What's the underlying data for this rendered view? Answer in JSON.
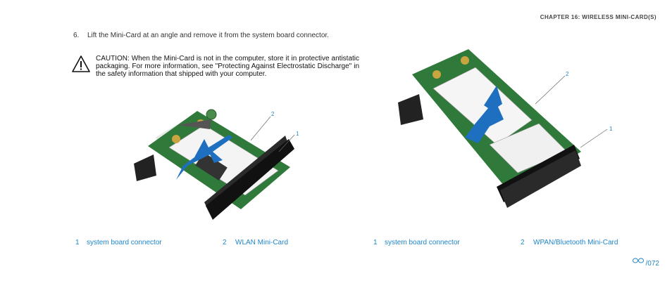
{
  "header": {
    "chapter": "CHAPTER 16: WIRELESS MINI-CARD(S)"
  },
  "step": {
    "number": "6.",
    "text": "Lift the Mini-Card at an angle and remove it from the system board connector."
  },
  "caution": {
    "icon": "warning-triangle-icon",
    "text": "CAUTION: When the Mini-Card is not in the computer, store it in protective antistatic packaging. For more information, see \"Protecting Against Electrostatic Discharge\" in the safety information that shipped with your computer."
  },
  "figure_left": {
    "callouts": [
      "2",
      "1"
    ],
    "captions": [
      {
        "num": "1",
        "label": "system board connector"
      },
      {
        "num": "2",
        "label": "WLAN Mini-Card"
      }
    ]
  },
  "figure_right": {
    "callouts": [
      "2",
      "1"
    ],
    "captions": [
      {
        "num": "1",
        "label": "system board connector"
      },
      {
        "num": "2",
        "label": "WPAN/Bluetooth Mini-Card"
      }
    ]
  },
  "footer": {
    "logo": "alienware-logo-icon",
    "page": "/072"
  },
  "colors": {
    "accent": "#1f86c8",
    "arrow": "#1e6fc0",
    "pcb": "#2f7a3a"
  }
}
